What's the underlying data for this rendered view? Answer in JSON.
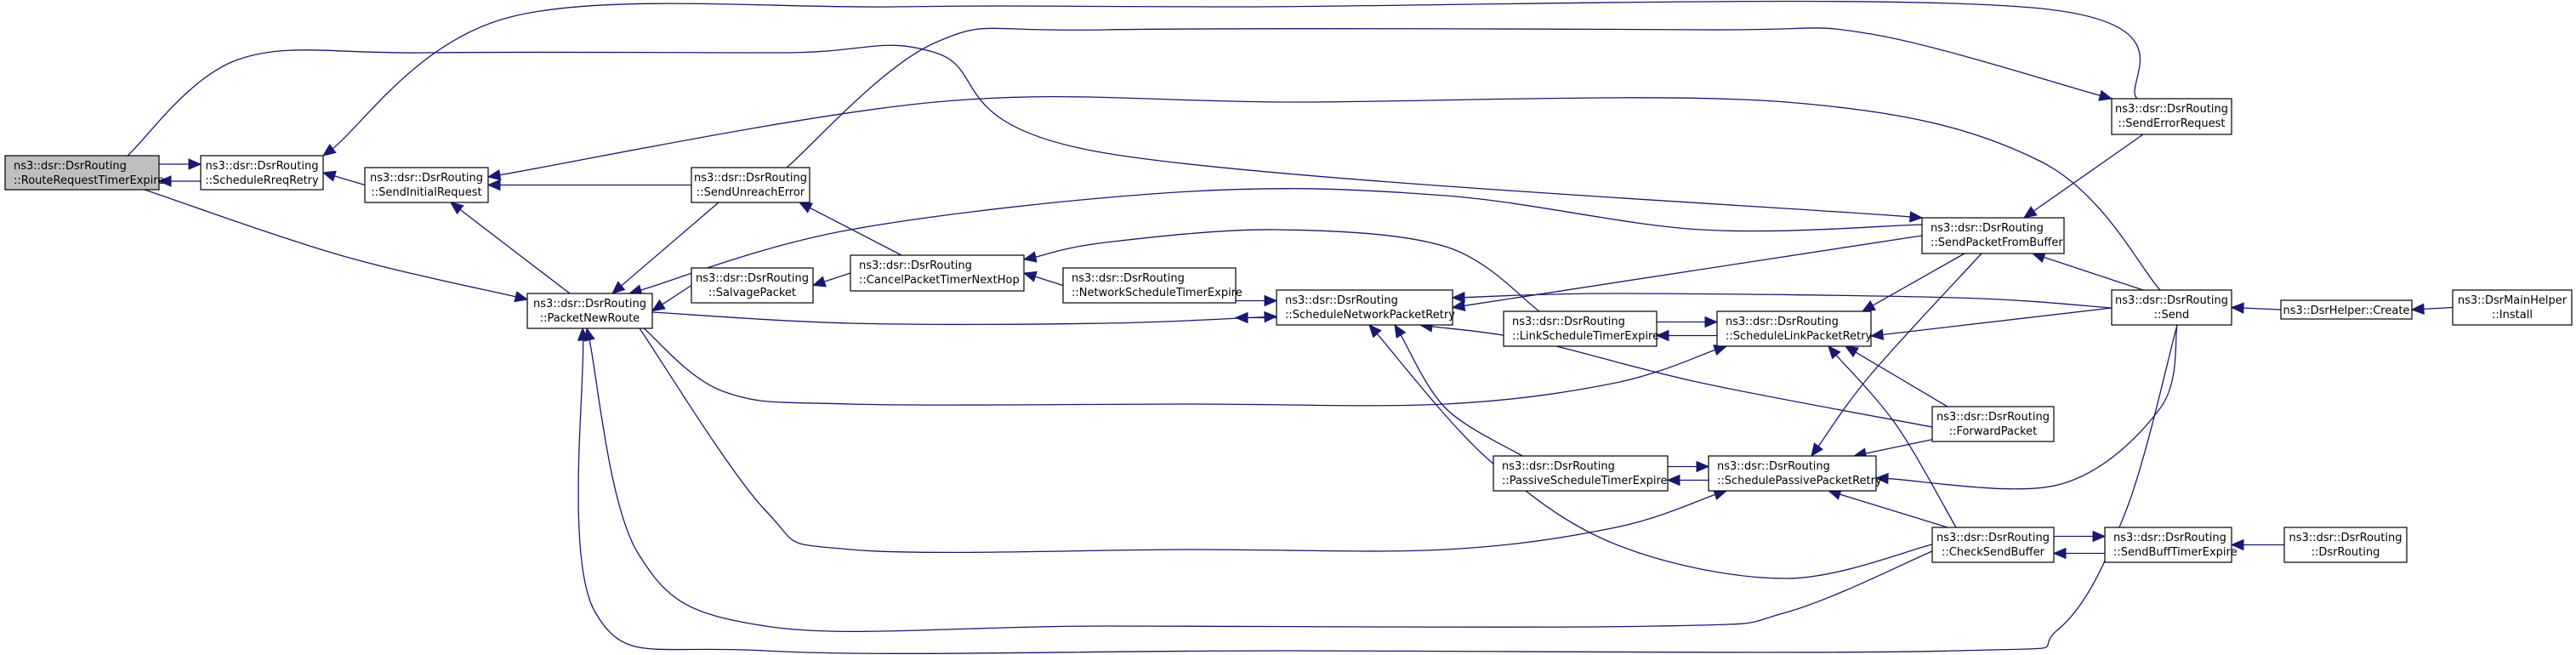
{
  "diagram": {
    "type": "call-graph",
    "title": "ns3::dsr::DsrRouting::RouteRequestTimerExpire caller graph",
    "colors": {
      "edge": "#191970",
      "root_fill": "#bfbfbf",
      "node_fill": "#ffffff",
      "node_border": "#000000"
    },
    "nodes": [
      {
        "id": "rrte",
        "lines": [
          "ns3::dsr::DsrRouting",
          "::RouteRequestTimerExpire"
        ],
        "root": true
      },
      {
        "id": "srr",
        "lines": [
          "ns3::dsr::DsrRouting",
          "::ScheduleRreqRetry"
        ]
      },
      {
        "id": "sir",
        "lines": [
          "ns3::dsr::DsrRouting",
          "::SendInitialRequest"
        ]
      },
      {
        "id": "sue",
        "lines": [
          "ns3::dsr::DsrRouting",
          "::SendUnreachError"
        ]
      },
      {
        "id": "pnr",
        "lines": [
          "ns3::dsr::DsrRouting",
          "::PacketNewRoute"
        ]
      },
      {
        "id": "sp",
        "lines": [
          "ns3::dsr::DsrRouting",
          "::SalvagePacket"
        ]
      },
      {
        "id": "cptnh",
        "lines": [
          "ns3::dsr::DsrRouting",
          "::CancelPacketTimerNextHop"
        ]
      },
      {
        "id": "nste",
        "lines": [
          "ns3::dsr::DsrRouting",
          "::NetworkScheduleTimerExpire"
        ]
      },
      {
        "id": "snpr",
        "lines": [
          "ns3::dsr::DsrRouting",
          "::ScheduleNetworkPacketRetry"
        ]
      },
      {
        "id": "lste",
        "lines": [
          "ns3::dsr::DsrRouting",
          "::LinkScheduleTimerExpire"
        ]
      },
      {
        "id": "slpr",
        "lines": [
          "ns3::dsr::DsrRouting",
          "::ScheduleLinkPacketRetry"
        ]
      },
      {
        "id": "spfb",
        "lines": [
          "ns3::dsr::DsrRouting",
          "::SendPacketFromBuffer"
        ]
      },
      {
        "id": "ser",
        "lines": [
          "ns3::dsr::DsrRouting",
          "::SendErrorRequest"
        ]
      },
      {
        "id": "send",
        "lines": [
          "ns3::dsr::DsrRouting",
          "::Send"
        ]
      },
      {
        "id": "hcr",
        "lines": [
          "ns3::DsrHelper::Create"
        ]
      },
      {
        "id": "mhi",
        "lines": [
          "ns3::DsrMainHelper",
          "::Install"
        ]
      },
      {
        "id": "fp",
        "lines": [
          "ns3::dsr::DsrRouting",
          "::ForwardPacket"
        ]
      },
      {
        "id": "pste",
        "lines": [
          "ns3::dsr::DsrRouting",
          "::PassiveScheduleTimerExpire"
        ]
      },
      {
        "id": "sppr",
        "lines": [
          "ns3::dsr::DsrRouting",
          "::SchedulePassivePacketRetry"
        ]
      },
      {
        "id": "csb",
        "lines": [
          "ns3::dsr::DsrRouting",
          "::CheckSendBuffer"
        ]
      },
      {
        "id": "sbte",
        "lines": [
          "ns3::dsr::DsrRouting",
          "::SendBuffTimerExpire"
        ]
      },
      {
        "id": "dr",
        "lines": [
          "ns3::dsr::DsrRouting",
          "::DsrRouting"
        ]
      }
    ],
    "edges": [
      {
        "from": "rrte",
        "to": "srr"
      },
      {
        "from": "srr",
        "to": "rrte"
      },
      {
        "from": "sir",
        "to": "srr"
      },
      {
        "from": "ser",
        "to": "srr"
      },
      {
        "from": "sue",
        "to": "sir"
      },
      {
        "from": "pnr",
        "to": "sir"
      },
      {
        "from": "send",
        "to": "sir"
      },
      {
        "from": "rrte",
        "to": "pnr"
      },
      {
        "from": "rrte",
        "to": "spfb"
      },
      {
        "from": "sue",
        "to": "ser"
      },
      {
        "from": "sue",
        "to": "pnr"
      },
      {
        "from": "cptnh",
        "to": "sue"
      },
      {
        "from": "sp",
        "to": "pnr"
      },
      {
        "from": "spfb",
        "to": "pnr"
      },
      {
        "from": "cptnh",
        "to": "sp"
      },
      {
        "from": "nste",
        "to": "cptnh"
      },
      {
        "from": "lste",
        "to": "cptnh"
      },
      {
        "from": "nste",
        "to": "snpr"
      },
      {
        "from": "snpr",
        "to": "nste"
      },
      {
        "from": "pnr",
        "to": "snpr"
      },
      {
        "from": "send",
        "to": "snpr"
      },
      {
        "from": "spfb",
        "to": "snpr"
      },
      {
        "from": "pste",
        "to": "snpr"
      },
      {
        "from": "fp",
        "to": "snpr"
      },
      {
        "from": "csb",
        "to": "snpr"
      },
      {
        "from": "lste",
        "to": "slpr"
      },
      {
        "from": "slpr",
        "to": "lste"
      },
      {
        "from": "pnr",
        "to": "slpr"
      },
      {
        "from": "send",
        "to": "slpr"
      },
      {
        "from": "spfb",
        "to": "slpr"
      },
      {
        "from": "fp",
        "to": "slpr"
      },
      {
        "from": "csb",
        "to": "slpr"
      },
      {
        "from": "ser",
        "to": "spfb"
      },
      {
        "from": "send",
        "to": "spfb"
      },
      {
        "from": "hcr",
        "to": "send"
      },
      {
        "from": "mhi",
        "to": "hcr"
      },
      {
        "from": "pste",
        "to": "sppr"
      },
      {
        "from": "sppr",
        "to": "pste"
      },
      {
        "from": "pnr",
        "to": "sppr"
      },
      {
        "from": "spfb",
        "to": "sppr"
      },
      {
        "from": "fp",
        "to": "sppr"
      },
      {
        "from": "send",
        "to": "sppr"
      },
      {
        "from": "csb",
        "to": "sppr"
      },
      {
        "from": "csb",
        "to": "pnr"
      },
      {
        "from": "send",
        "to": "pnr"
      },
      {
        "from": "csb",
        "to": "sbte"
      },
      {
        "from": "sbte",
        "to": "csb"
      },
      {
        "from": "dr",
        "to": "sbte"
      }
    ]
  }
}
